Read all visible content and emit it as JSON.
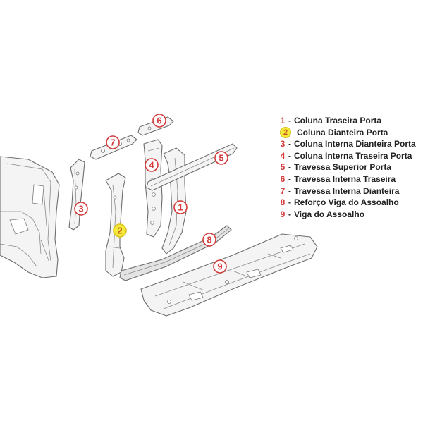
{
  "markers": [
    {
      "id": "1",
      "highlighted": false
    },
    {
      "id": "2",
      "highlighted": true
    },
    {
      "id": "3",
      "highlighted": false
    },
    {
      "id": "4",
      "highlighted": false
    },
    {
      "id": "5",
      "highlighted": false
    },
    {
      "id": "6",
      "highlighted": false
    },
    {
      "id": "7",
      "highlighted": false
    },
    {
      "id": "8",
      "highlighted": false
    },
    {
      "id": "9",
      "highlighted": false
    }
  ],
  "legend": {
    "separator": "-",
    "items": [
      {
        "num": "1",
        "label": "Coluna Traseira Porta",
        "highlighted": false
      },
      {
        "num": "2",
        "label": "Coluna Dianteira Porta",
        "highlighted": true
      },
      {
        "num": "3",
        "label": "Coluna Interna Dianteira Porta",
        "highlighted": false
      },
      {
        "num": "4",
        "label": "Coluna Interna Traseira Porta",
        "highlighted": false
      },
      {
        "num": "5",
        "label": "Travessa Superior Porta",
        "highlighted": false
      },
      {
        "num": "6",
        "label": "Travessa Interna Traseira",
        "highlighted": false
      },
      {
        "num": "7",
        "label": "Travessa Interna Dianteira",
        "highlighted": false
      },
      {
        "num": "8",
        "label": "Reforço Viga do Assoalho",
        "highlighted": false
      },
      {
        "num": "9",
        "label": "Viga do Assoalho",
        "highlighted": false
      }
    ]
  },
  "colors": {
    "marker": "#d33b3b",
    "highlight_fill": "#f3ea3a",
    "line": "#6d6d6d"
  }
}
